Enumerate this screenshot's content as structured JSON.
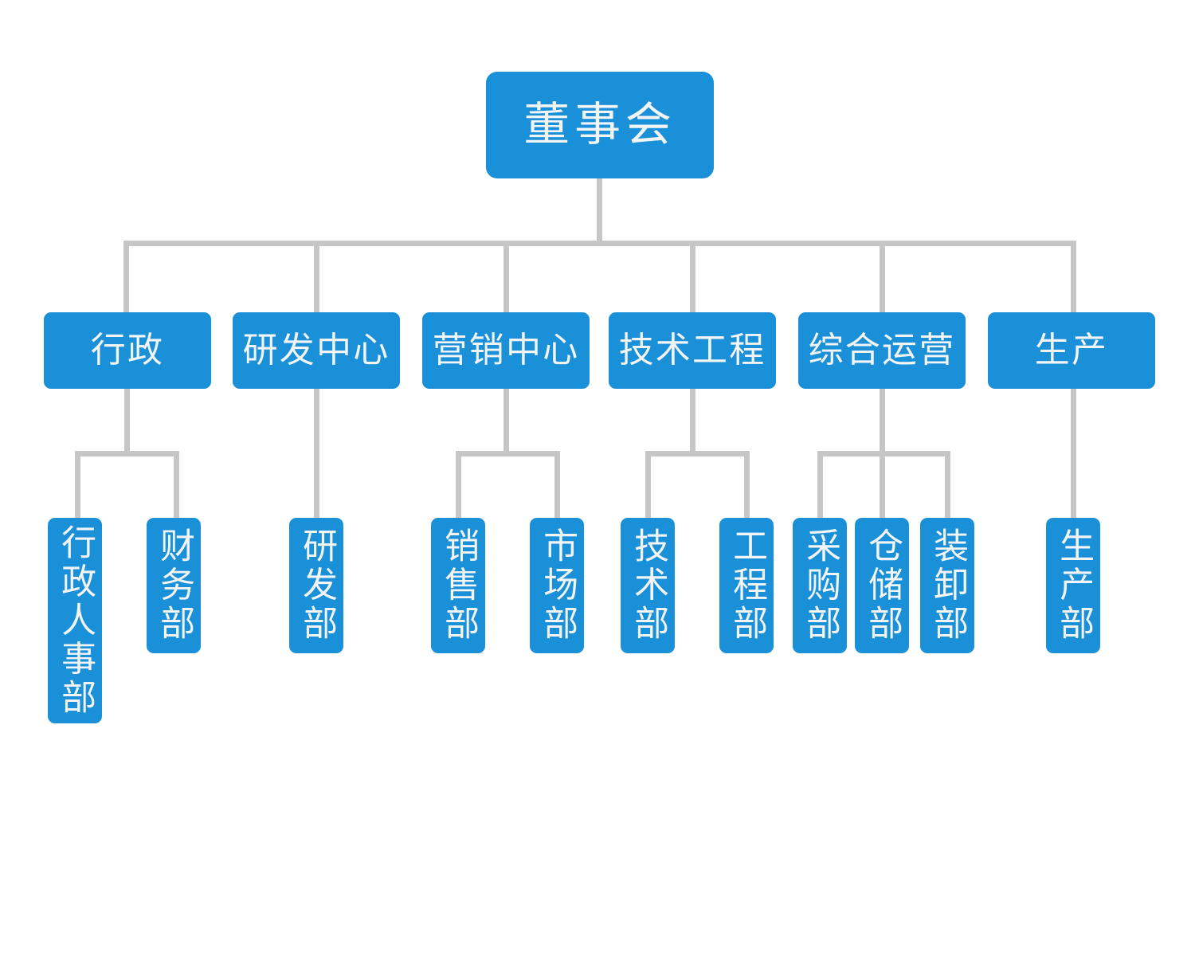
{
  "chart": {
    "type": "org-chart",
    "title": "",
    "accent_color": "#1a90d9",
    "connector_color": "#c6c6c6",
    "text_color": "#f2f4f5",
    "background_color": "#ffffff",
    "orientation": "top-down",
    "levels": 3
  },
  "root": {
    "label": "董事会",
    "level": 1
  },
  "divisions": [
    {
      "label": "行政",
      "level": 2,
      "children": [
        {
          "label": "行政人事部",
          "level": 3
        },
        {
          "label": "财务部",
          "level": 3
        }
      ]
    },
    {
      "label": "研发中心",
      "level": 2,
      "children": [
        {
          "label": "研发部",
          "level": 3
        }
      ]
    },
    {
      "label": "营销中心",
      "level": 2,
      "children": [
        {
          "label": "销售部",
          "level": 3
        },
        {
          "label": "市场部",
          "level": 3
        }
      ]
    },
    {
      "label": "技术工程",
      "level": 2,
      "children": [
        {
          "label": "技术部",
          "level": 3
        },
        {
          "label": "工程部",
          "level": 3
        }
      ]
    },
    {
      "label": "综合运营",
      "level": 2,
      "children": [
        {
          "label": "采购部",
          "level": 3
        },
        {
          "label": "仓储部",
          "level": 3
        },
        {
          "label": "装卸部",
          "level": 3
        }
      ]
    },
    {
      "label": "生产",
      "level": 2,
      "children": [
        {
          "label": "生产部",
          "level": 3
        }
      ]
    }
  ]
}
